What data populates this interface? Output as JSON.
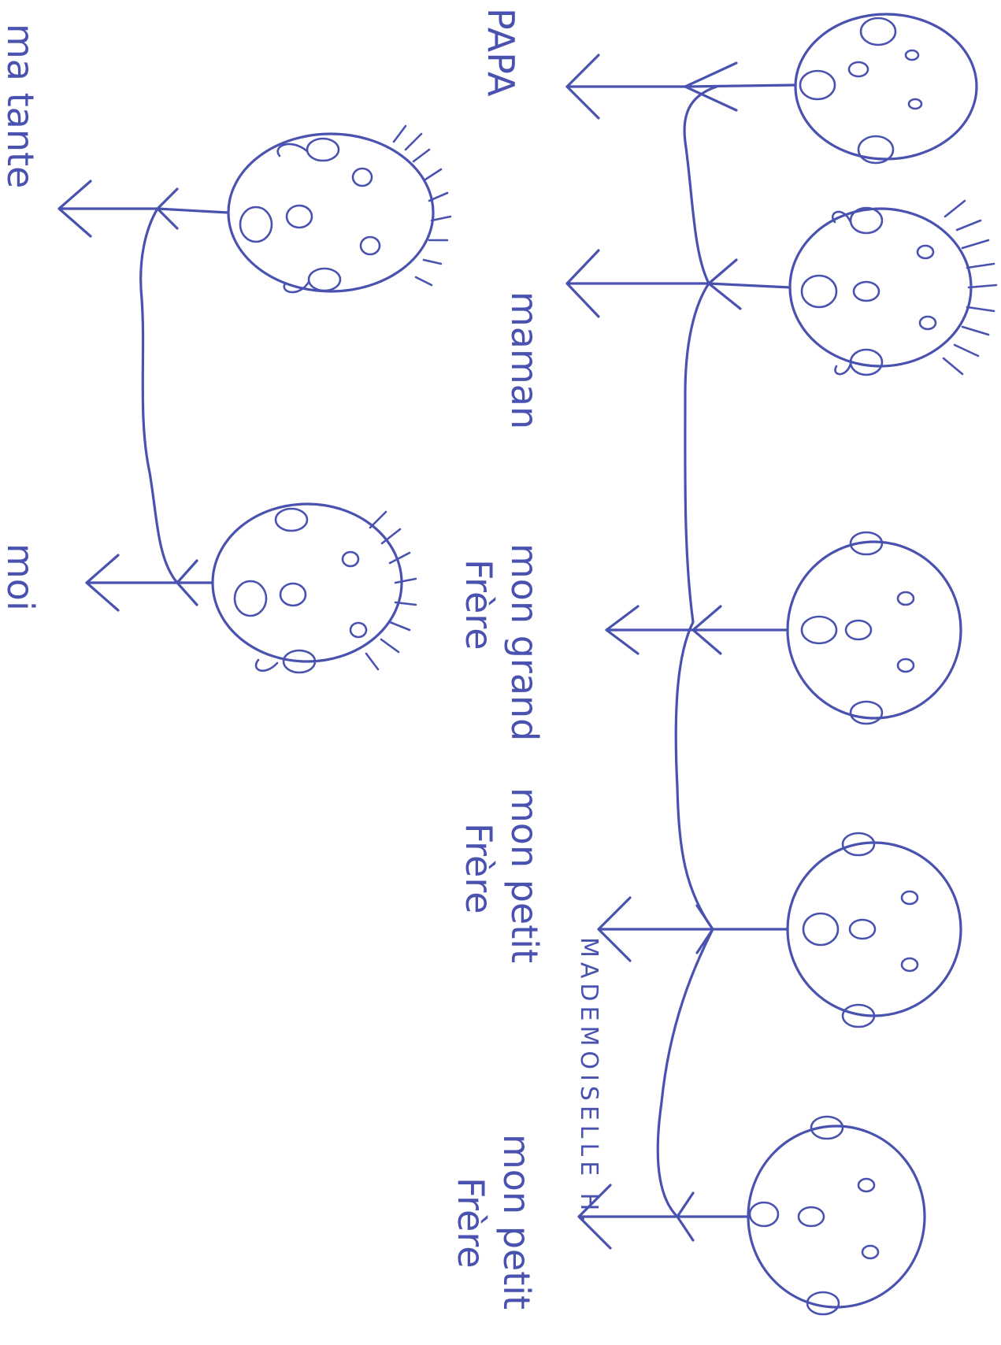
{
  "labels": {
    "papa": "PAPA",
    "maman": "maman",
    "grand_frere": "mon grand Frère",
    "petit_frere_1": "mon petit Frère",
    "petit_frere_2": "mon petit Frère",
    "tante": "ma tante",
    "moi": "moi",
    "signature": "MADEMOISELLE H."
  },
  "colors": {
    "ink": "#4a52b0",
    "paper": "#ffffff"
  }
}
